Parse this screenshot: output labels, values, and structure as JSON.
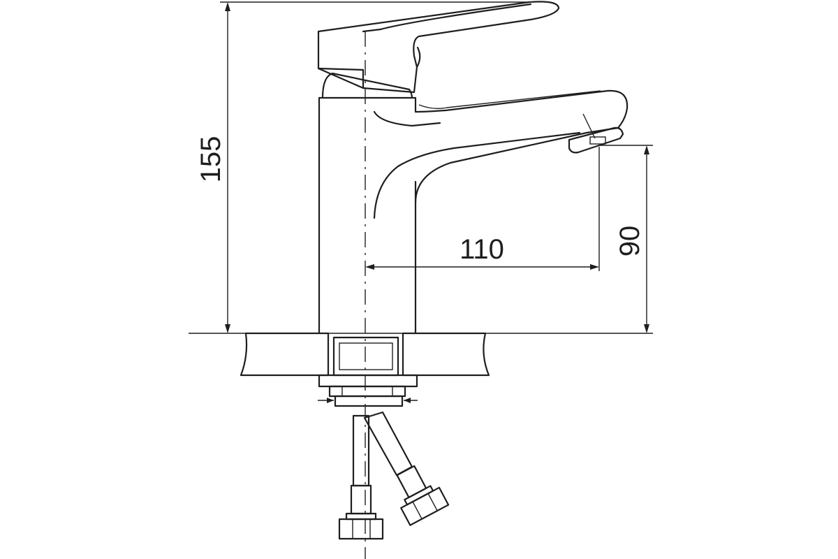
{
  "dimensions": {
    "overall_height": "155",
    "spout_reach": "110",
    "spout_height": "90"
  },
  "colors": {
    "ink": "#1e1e1e",
    "background": "#ffffff"
  }
}
